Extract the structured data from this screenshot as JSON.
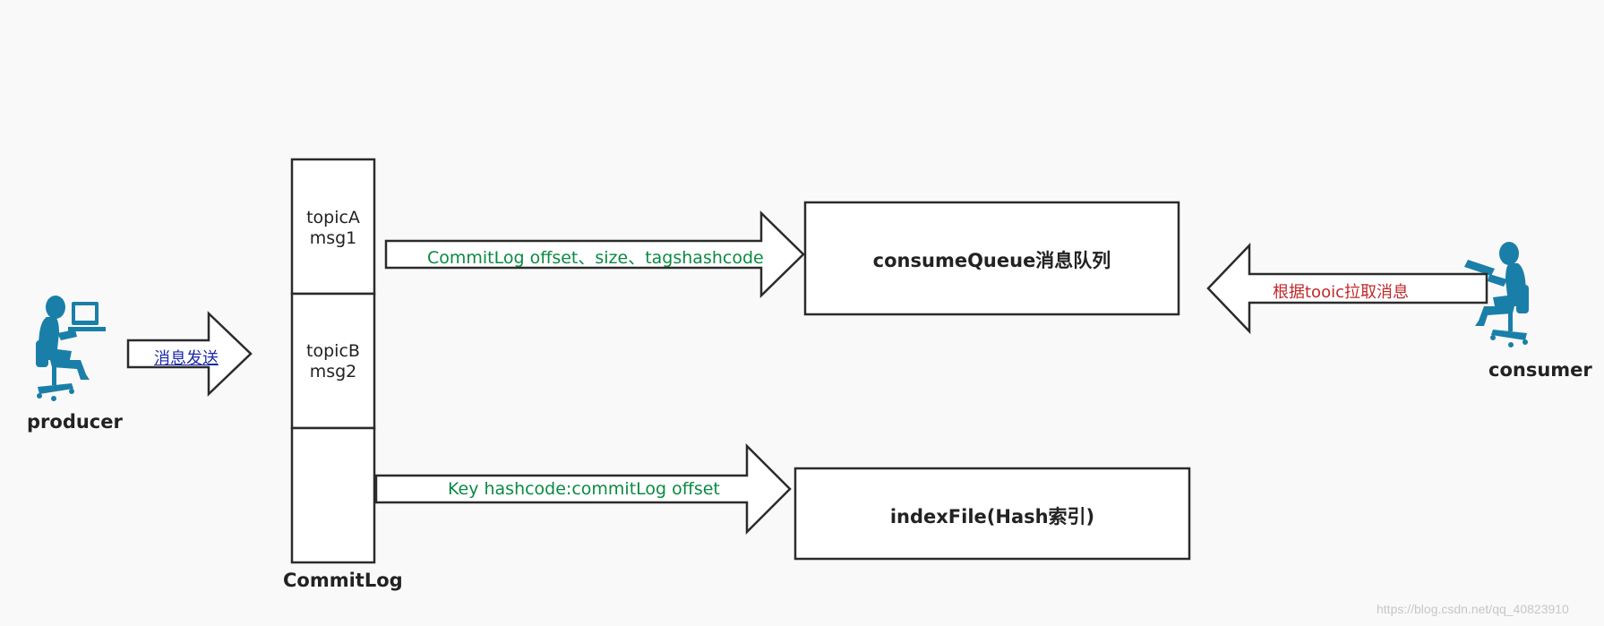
{
  "producer": {
    "label": "producer",
    "icon": "person-at-computer-icon"
  },
  "consumer": {
    "label": "consumer",
    "icon": "person-at-computer-icon"
  },
  "send_arrow": {
    "label": "消息发送"
  },
  "commitlog": {
    "label": "CommitLog",
    "cells": [
      {
        "line1": "topicA",
        "line2": "msg1"
      },
      {
        "line1": "topicB",
        "line2": "msg2"
      },
      {
        "line1": "",
        "line2": ""
      }
    ]
  },
  "cq_arrow": {
    "label": "CommitLog offset、size、tagshashcode"
  },
  "consume_queue": {
    "label": "consumeQueue消息队列"
  },
  "pull_arrow": {
    "label": "根据tooic拉取消息"
  },
  "index_arrow": {
    "label": "Key hashcode:commitLog offset"
  },
  "index_file": {
    "label": "indexFile(Hash索引)"
  },
  "watermark": "https://blog.csdn.net/qq_40823910",
  "colors": {
    "figure": "#1a7fa8",
    "stroke": "#2b2b2b",
    "green_text": "#0b8a43",
    "red_text": "#c0282a",
    "blue_text": "#1c2aa8"
  }
}
